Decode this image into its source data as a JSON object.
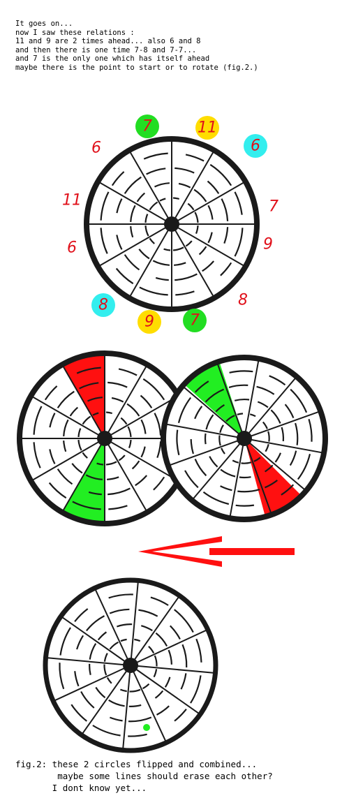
{
  "intro": {
    "lines": [
      "It goes on...",
      "now I saw these relations :",
      "",
      "11 and 9 are 2 times ahead... also 6 and 8",
      "and then there is one time 7-8 and 7-7...",
      "and 7 is the only one which has itself ahead",
      "maybe there is the point to start or to rotate (fig.2.)"
    ]
  },
  "top_wheel_labels": [
    {
      "text": "7",
      "badge": "#22dd22"
    },
    {
      "text": "11",
      "badge": "#ffdd00"
    },
    {
      "text": "6",
      "badge": "#33eeee"
    },
    {
      "text": "7",
      "badge": ""
    },
    {
      "text": "9",
      "badge": ""
    },
    {
      "text": "8",
      "badge": ""
    },
    {
      "text": "7",
      "badge": "#22dd22"
    },
    {
      "text": "9",
      "badge": "#ffdd00"
    },
    {
      "text": "8",
      "badge": "#33eeee"
    },
    {
      "text": "6",
      "badge": ""
    },
    {
      "text": "11",
      "badge": ""
    },
    {
      "text": "6",
      "badge": ""
    }
  ],
  "colors": {
    "red": "#ff1010",
    "green": "#22ee22",
    "label_red": "#e0101a",
    "ink": "#1a1a1a",
    "arrow": "#ff1010"
  },
  "caption": {
    "lines": [
      "fig.2: these 2 circles flipped and combined...",
      "        maybe some lines should erase each other?",
      "       I dont know yet..."
    ]
  }
}
